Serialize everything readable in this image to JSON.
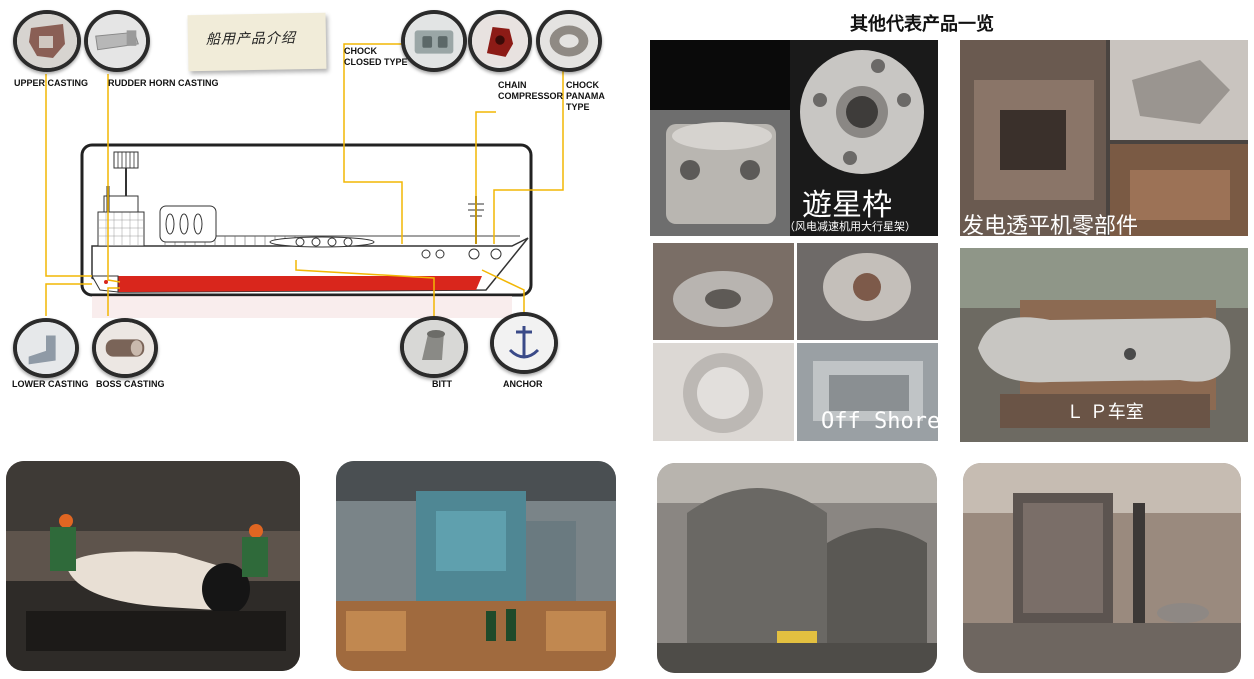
{
  "left_panel": {
    "banner_title": "船用产品介绍",
    "labels": {
      "upper_casting": "UPPER  CASTING",
      "rudder_horn_casting": "RUDDER  HORN CASTING",
      "chock_closed_1": "CHOCK",
      "chock_closed_2": "CLOSED  TYPE",
      "chain_compressor_1": "CHAIN",
      "chain_compressor_2": "COMPRESSOR",
      "chock_panama_1": "CHOCK",
      "chock_panama_2": "PANAMA",
      "chock_panama_3": "TYPE",
      "lower_casting": "LOWER CASTING",
      "boss_casting": "BOSS CASTING",
      "bitt": "BITT",
      "anchor": "ANCHOR"
    }
  },
  "right_panel": {
    "title": "其他代表产品一览",
    "captions": {
      "planet_title": "遊星枠",
      "planet_sub": "（风电减速机用大行星架）",
      "generator": "发电透平机零部件",
      "offshore": "Off Shore",
      "lp": "Ｌ Ｐ车室"
    }
  },
  "colors": {
    "leader_line": "#f2b705",
    "hull_red": "#d9261c",
    "ring": "#2b2b2b"
  }
}
